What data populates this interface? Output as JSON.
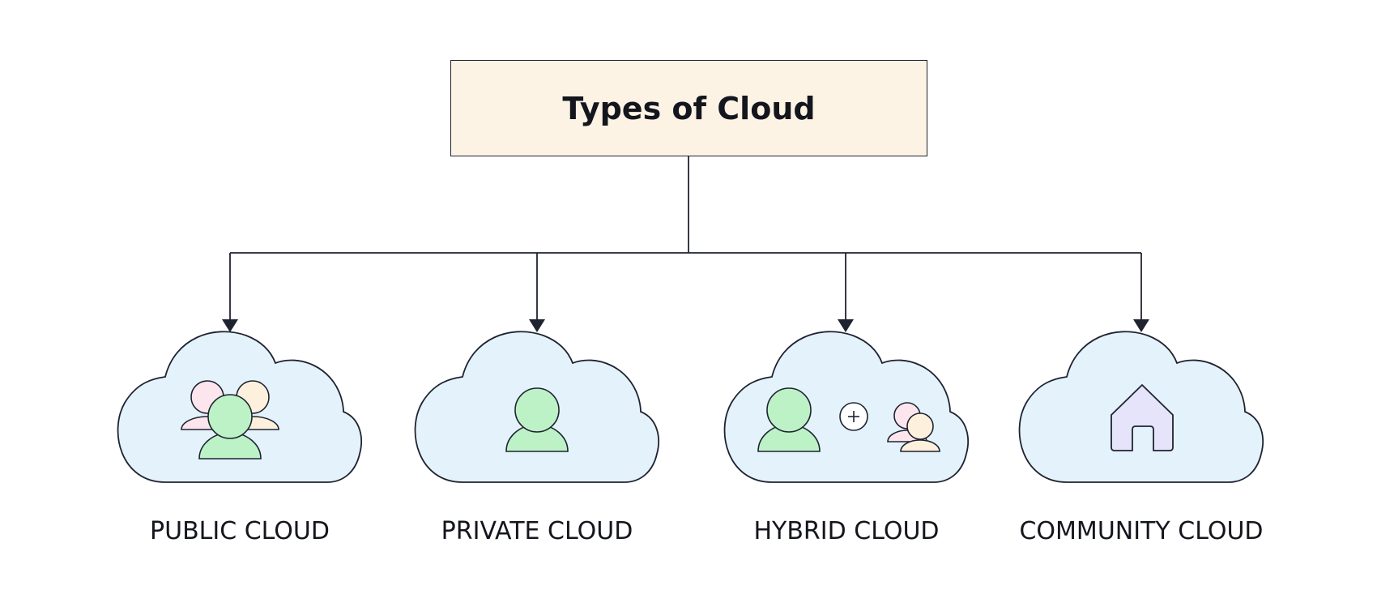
{
  "title": "Types of Cloud",
  "colors": {
    "title_fill": "#fdf3e5",
    "cloud_fill": "#e4f2fc",
    "stroke": "#1f2330",
    "person_green": "#bdf2c7",
    "person_pink": "#fde5ee",
    "person_cream": "#fdf1de",
    "house_fill": "#e5e4fb"
  },
  "clouds": [
    {
      "label": "PUBLIC CLOUD",
      "icon": "people-group-icon"
    },
    {
      "label": "PRIVATE CLOUD",
      "icon": "person-icon"
    },
    {
      "label": "HYBRID CLOUD",
      "icon": "person-plus-group-icon"
    },
    {
      "label": "COMMUNITY CLOUD",
      "icon": "house-icon"
    }
  ]
}
